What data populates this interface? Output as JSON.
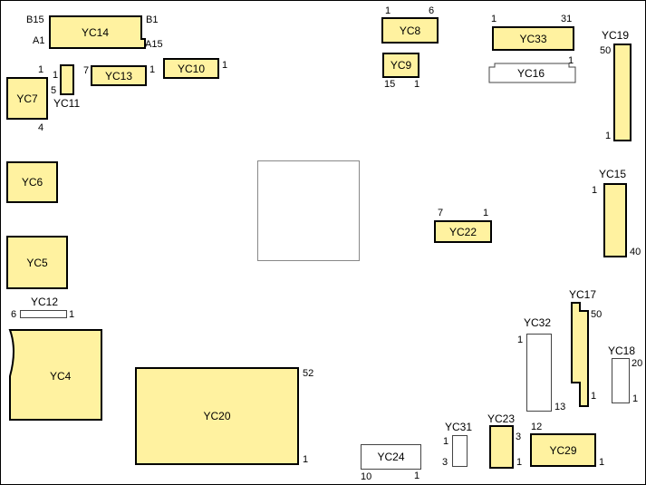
{
  "colors": {
    "connector_fill": "#fff2a0",
    "outline": "#000000",
    "open_fill": "#ffffff",
    "cpu_outline": "#888888"
  },
  "connectors": {
    "YC14": "YC14",
    "YC13": "YC13",
    "YC10": "YC10",
    "YC11": "YC11",
    "YC7": "YC7",
    "YC8": "YC8",
    "YC9": "YC9",
    "YC33": "YC33",
    "YC16": "YC16",
    "YC19": "YC19",
    "YC6": "YC6",
    "YC5": "YC5",
    "YC15": "YC15",
    "YC22": "YC22",
    "YC12": "YC12",
    "YC4": "YC4",
    "YC20": "YC20",
    "YC17": "YC17",
    "YC32": "YC32",
    "YC18": "YC18",
    "YC31": "YC31",
    "YC23": "YC23",
    "YC29": "YC29",
    "YC24": "YC24"
  },
  "pins": {
    "yc14_b15": "B15",
    "yc14_b1": "B1",
    "yc14_a1": "A1",
    "yc14_a15": "A15",
    "yc13_7": "7",
    "yc13_1": "1",
    "yc10_1": "1",
    "yc11_1": "1",
    "yc11_5": "5",
    "yc7_1": "1",
    "yc7_4": "4",
    "yc8_1": "1",
    "yc8_6": "6",
    "yc9_15": "15",
    "yc9_1": "1",
    "yc33_1": "1",
    "yc33_31": "31",
    "yc16_1": "1",
    "yc19_50": "50",
    "yc19_1": "1",
    "yc15_1": "1",
    "yc15_40": "40",
    "yc22_7": "7",
    "yc22_1": "1",
    "yc12_6": "6",
    "yc12_1": "1",
    "yc20_52": "52",
    "yc20_1": "1",
    "yc17_50": "50",
    "yc17_1": "1",
    "yc32_1": "1",
    "yc32_13": "13",
    "yc18_20": "20",
    "yc18_1": "1",
    "yc31_1": "1",
    "yc31_3": "3",
    "yc23_3": "3",
    "yc23_1": "1",
    "yc29_12": "12",
    "yc29_1": "1",
    "yc24_10": "10",
    "yc24_1": "1"
  }
}
